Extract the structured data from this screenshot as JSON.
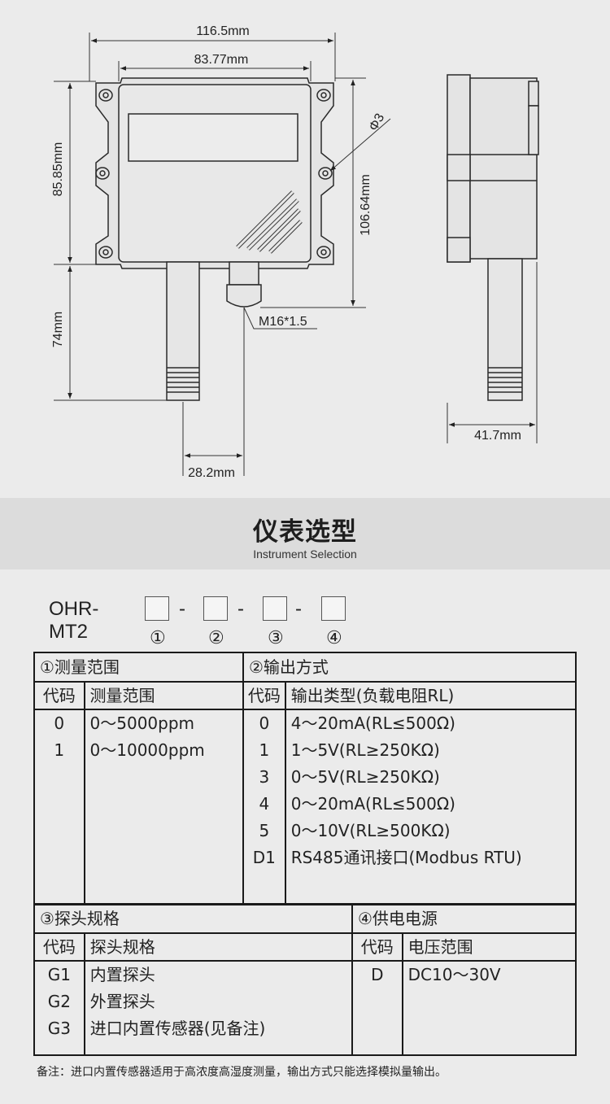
{
  "dimensions": {
    "overall_width": "116.5mm",
    "hole_spacing": "83.77mm",
    "body_height": "85.85mm",
    "total_height": "106.64mm",
    "hole_diameter": "Φ3",
    "probe_length": "74mm",
    "probe_width": "28.2mm",
    "gland_thread": "M16*1.5",
    "depth": "41.7mm"
  },
  "banner": {
    "title": "仪表选型",
    "subtitle": "Instrument Selection"
  },
  "model": {
    "prefix": "OHR-MT2",
    "dash": "-",
    "positions": [
      "①",
      "②",
      "③",
      "④"
    ]
  },
  "table_top": {
    "range": {
      "title": "①测量范围",
      "code_header": "代码",
      "value_header": "测量范围",
      "rows": [
        {
          "code": "0",
          "value": "0～5000ppm"
        },
        {
          "code": "1",
          "value": "0～10000ppm"
        }
      ]
    },
    "output": {
      "title": "②输出方式",
      "code_header": "代码",
      "value_header": "输出类型(负载电阻RL)",
      "rows": [
        {
          "code": "0",
          "value": "4～20mA(RL≤500Ω)"
        },
        {
          "code": "1",
          "value": "1～5V(RL≥250KΩ)"
        },
        {
          "code": "3",
          "value": "0～5V(RL≥250KΩ)"
        },
        {
          "code": "4",
          "value": "0～20mA(RL≤500Ω)"
        },
        {
          "code": "5",
          "value": "0～10V(RL≥500KΩ)"
        },
        {
          "code": "D1",
          "value": "RS485通讯接口(Modbus RTU)"
        }
      ]
    }
  },
  "table_bottom": {
    "probe": {
      "title": "③探头规格",
      "code_header": "代码",
      "value_header": "探头规格",
      "rows": [
        {
          "code": "G1",
          "value": "内置探头"
        },
        {
          "code": "G2",
          "value": "外置探头"
        },
        {
          "code": "G3",
          "value": "进口内置传感器(见备注)"
        }
      ]
    },
    "power": {
      "title": "④供电电源",
      "code_header": "代码",
      "value_header": "电压范围",
      "rows": [
        {
          "code": "D",
          "value": "DC10～30V"
        }
      ]
    }
  },
  "note": "备注：进口内置传感器适用于高浓度高湿度测量，输出方式只能选择模拟量输出。"
}
